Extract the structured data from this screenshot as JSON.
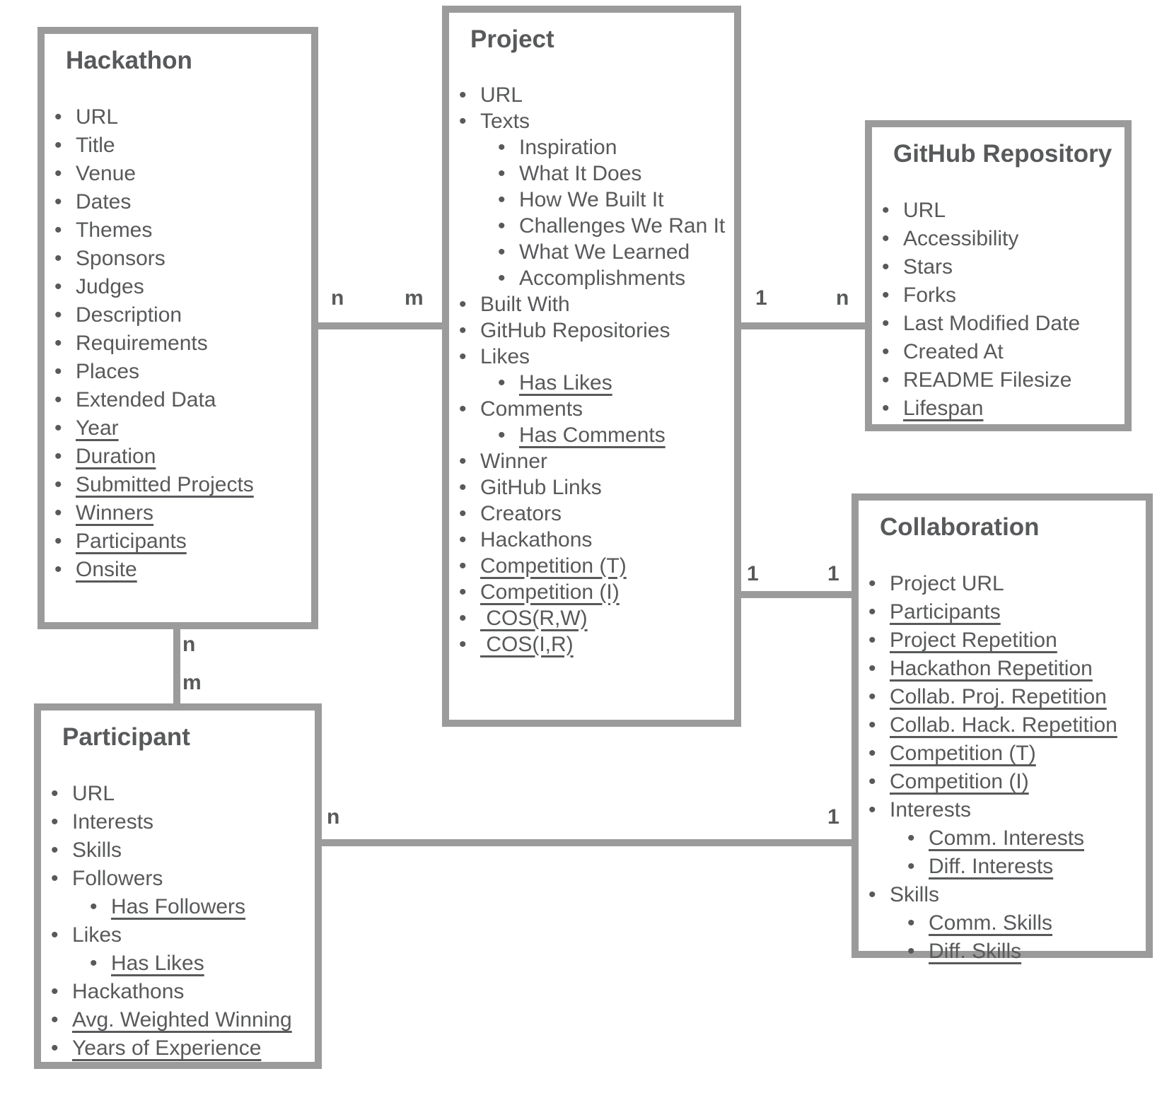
{
  "diagram_type": "entity-relationship-diagram",
  "colors": {
    "border": "#9b9b9b",
    "text": "#58595b",
    "background": "#ffffff"
  },
  "entities": {
    "hackathon": {
      "title": "Hackathon",
      "attributes": [
        {
          "label": "URL"
        },
        {
          "label": "Title"
        },
        {
          "label": "Venue"
        },
        {
          "label": "Dates"
        },
        {
          "label": "Themes"
        },
        {
          "label": "Sponsors"
        },
        {
          "label": "Judges"
        },
        {
          "label": "Description"
        },
        {
          "label": "Requirements"
        },
        {
          "label": "Places"
        },
        {
          "label": "Extended Data"
        },
        {
          "label": "Year",
          "underline": true
        },
        {
          "label": "Duration",
          "underline": true
        },
        {
          "label": "Submitted Projects",
          "underline": true
        },
        {
          "label": "Winners",
          "underline": true
        },
        {
          "label": "Participants",
          "underline": true
        },
        {
          "label": "Onsite",
          "underline": true
        }
      ]
    },
    "project": {
      "title": "Project",
      "attributes": [
        {
          "label": "URL"
        },
        {
          "label": "Texts"
        },
        {
          "label": "Inspiration",
          "indent": 1
        },
        {
          "label": "What It Does",
          "indent": 1
        },
        {
          "label": "How We Built It",
          "indent": 1
        },
        {
          "label": "Challenges We Ran It",
          "indent": 1
        },
        {
          "label": "What We Learned",
          "indent": 1
        },
        {
          "label": "Accomplishments",
          "indent": 1
        },
        {
          "label": "Built With"
        },
        {
          "label": "GitHub Repositories"
        },
        {
          "label": "Likes"
        },
        {
          "label": "Has Likes",
          "indent": 1,
          "underline": true
        },
        {
          "label": "Comments"
        },
        {
          "label": "Has Comments",
          "indent": 1,
          "underline": true
        },
        {
          "label": "Winner"
        },
        {
          "label": "GitHub Links"
        },
        {
          "label": "Creators"
        },
        {
          "label": "Hackathons"
        },
        {
          "label": "Competition (T)",
          "underline": true
        },
        {
          "label": "Competition (I)",
          "underline": true
        },
        {
          "label": " COS(R,W)",
          "underline": true
        },
        {
          "label": " COS(I,R)",
          "underline": true
        }
      ]
    },
    "github_repository": {
      "title": "GitHub Repository",
      "attributes": [
        {
          "label": "URL"
        },
        {
          "label": "Accessibility"
        },
        {
          "label": "Stars"
        },
        {
          "label": "Forks"
        },
        {
          "label": "Last Modified Date"
        },
        {
          "label": "Created At"
        },
        {
          "label": "README Filesize"
        },
        {
          "label": "Lifespan",
          "underline": true
        }
      ]
    },
    "collaboration": {
      "title": "Collaboration",
      "attributes": [
        {
          "label": "Project URL"
        },
        {
          "label": "Participants",
          "underline": true
        },
        {
          "label": "Project Repetition",
          "underline": true
        },
        {
          "label": "Hackathon Repetition",
          "underline": true
        },
        {
          "label": "Collab. Proj. Repetition",
          "underline": true
        },
        {
          "label": "Collab. Hack. Repetition",
          "underline": true
        },
        {
          "label": "Competition (T)",
          "underline": true
        },
        {
          "label": "Competition (I)",
          "underline": true
        },
        {
          "label": "Interests"
        },
        {
          "label": "Comm. Interests",
          "indent": 1,
          "underline": true
        },
        {
          "label": "Diff. Interests",
          "indent": 1,
          "underline": true
        },
        {
          "label": "Skills"
        },
        {
          "label": "Comm. Skills",
          "indent": 1,
          "underline": true
        },
        {
          "label": "Diff. Skills",
          "indent": 1,
          "underline": true
        }
      ]
    },
    "participant": {
      "title": "Participant",
      "attributes": [
        {
          "label": "URL"
        },
        {
          "label": "Interests"
        },
        {
          "label": "Skills"
        },
        {
          "label": "Followers"
        },
        {
          "label": "Has Followers",
          "indent": 1,
          "underline": true
        },
        {
          "label": "Likes"
        },
        {
          "label": "Has Likes",
          "indent": 1,
          "underline": true
        },
        {
          "label": "Hackathons"
        },
        {
          "label": "Avg. Weighted Winning",
          "underline": true
        },
        {
          "label": "Years of Experience",
          "underline": true
        }
      ]
    }
  },
  "relationships": [
    {
      "from": "Hackathon",
      "to": "Project",
      "from_card": "n",
      "to_card": "m"
    },
    {
      "from": "Project",
      "to": "GitHub Repository",
      "from_card": "1",
      "to_card": "n"
    },
    {
      "from": "Project",
      "to": "Collaboration",
      "from_card": "1",
      "to_card": "1"
    },
    {
      "from": "Hackathon",
      "to": "Participant",
      "from_card": "n",
      "to_card": "m"
    },
    {
      "from": "Participant",
      "to": "Collaboration",
      "from_card": "n",
      "to_card": "1"
    }
  ]
}
